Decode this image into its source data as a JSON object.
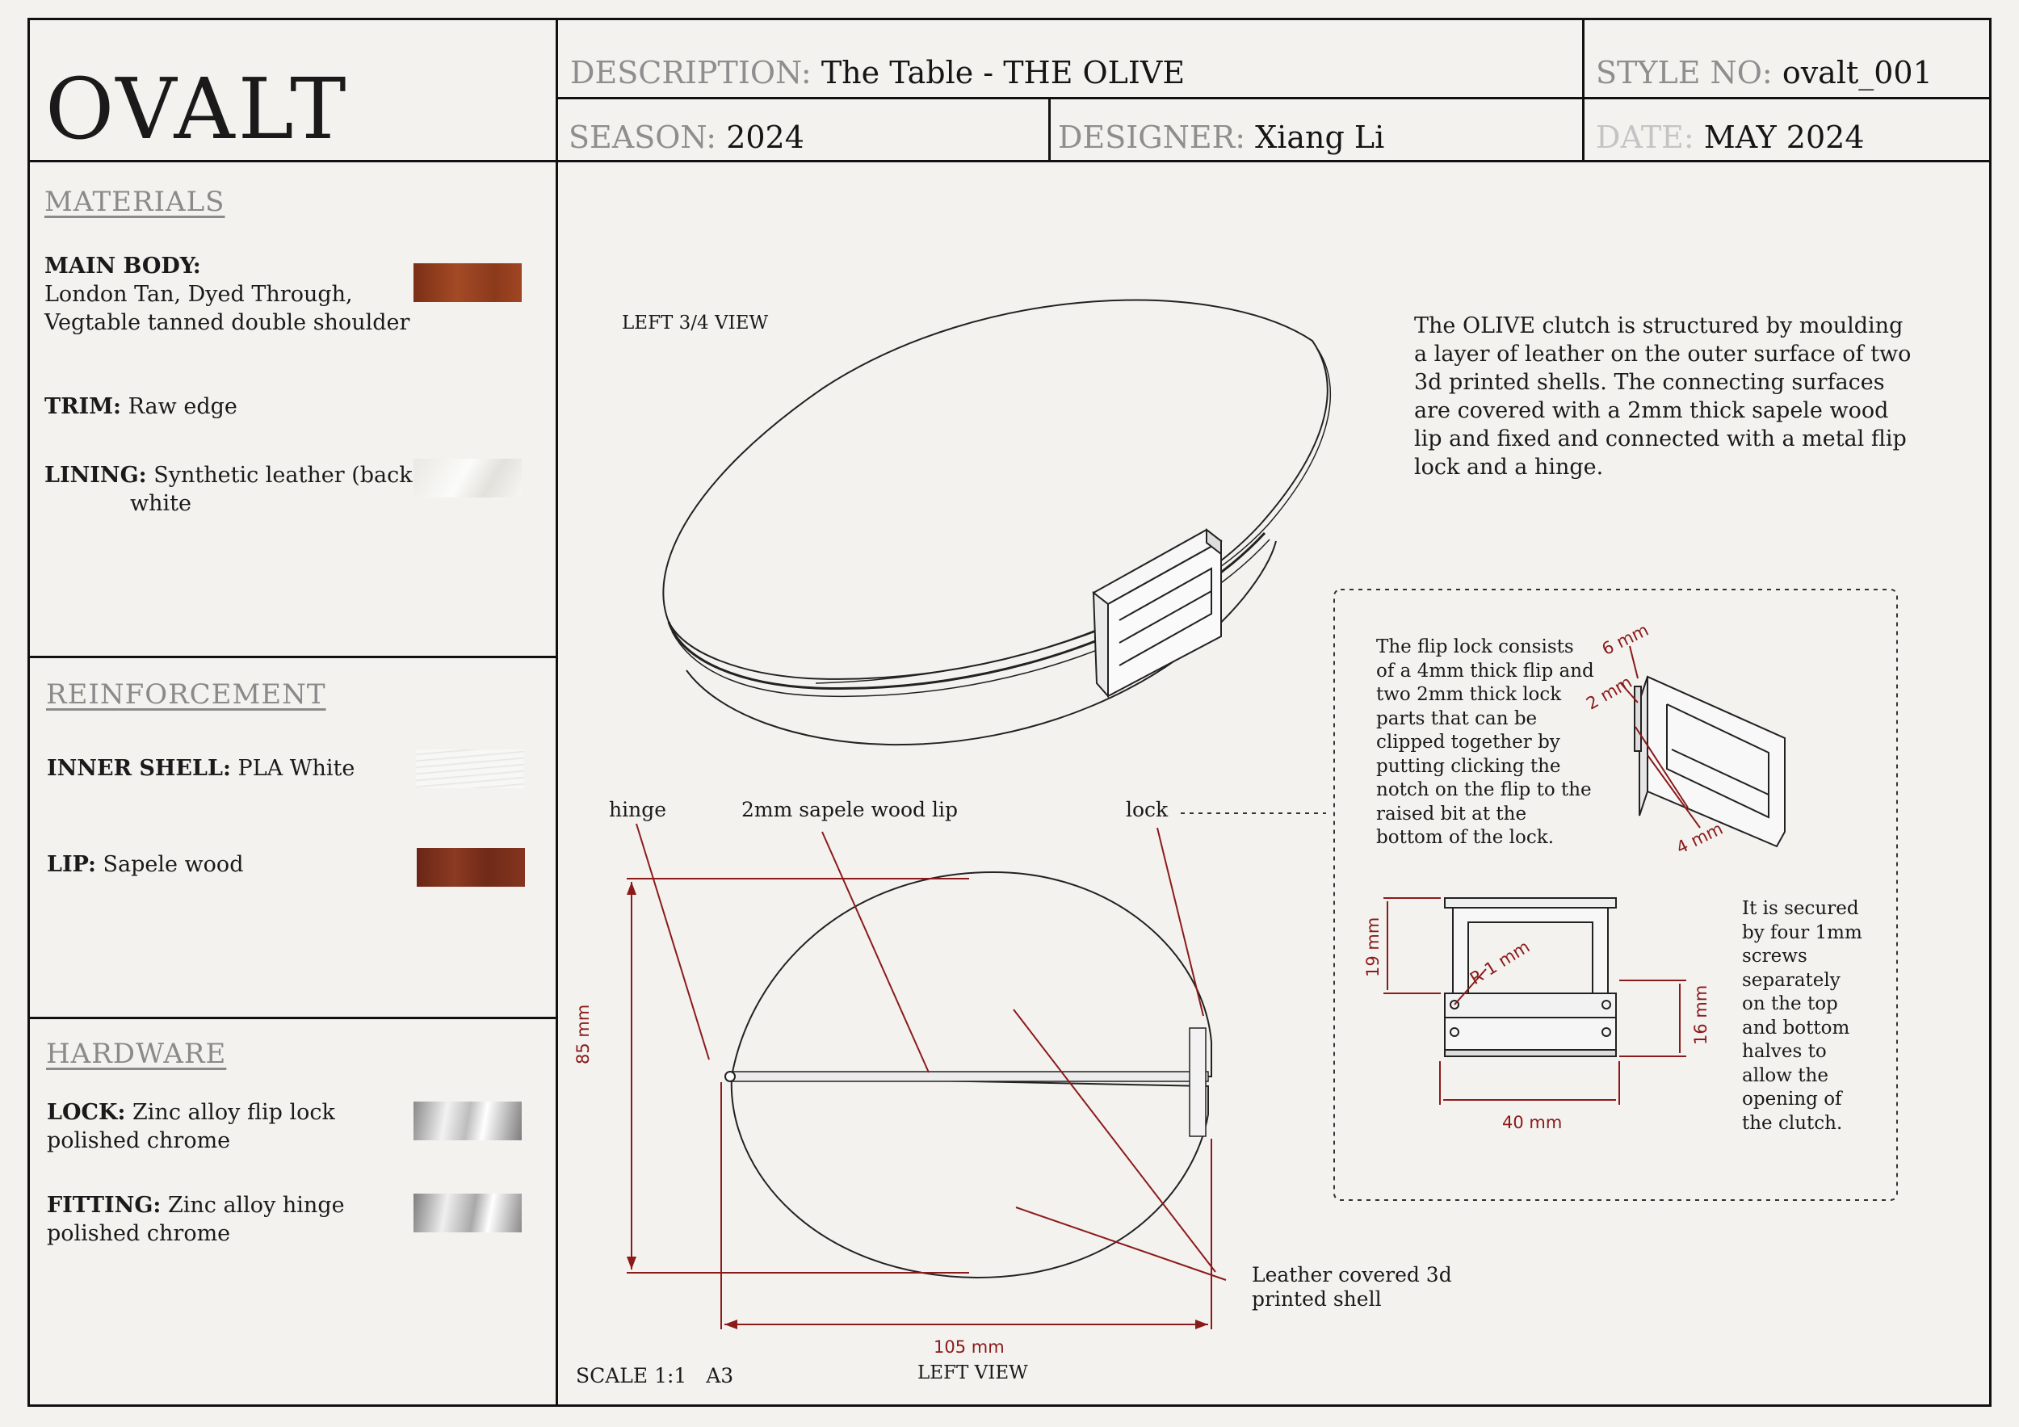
{
  "brand": "OVALT",
  "header": {
    "description_label": "DESCRIPTION:",
    "description_value": "The Table - THE OLIVE",
    "style_label": "STYLE NO:",
    "style_value": "ovalt_001",
    "season_label": "SEASON:",
    "season_value": "2024",
    "designer_label": "DESIGNER:",
    "designer_value": "Xiang Li",
    "date_label": "DATE:",
    "date_value": "MAY 2024"
  },
  "materials": {
    "title": "MATERIALS",
    "main_body_label": "MAIN BODY:",
    "main_body_line1": "London Tan, Dyed Through,",
    "main_body_line2": "Vegtable tanned double shoulder",
    "trim_label": "TRIM:",
    "trim_value": "Raw edge",
    "lining_label": "LINING:",
    "lining_value": "Synthetic leather (back)",
    "lining_value2": "white",
    "colors": {
      "main_body": "#8f3b1e",
      "lining": "#f1f0ec"
    }
  },
  "reinforcement": {
    "title": "REINFORCEMENT",
    "inner_shell_label": "INNER SHELL:",
    "inner_shell_value": "PLA White",
    "lip_label": "LIP:",
    "lip_value": "Sapele wood",
    "colors": {
      "inner_shell": "#f4f4f4",
      "lip": "#7a2e1c"
    }
  },
  "hardware": {
    "title": "HARDWARE",
    "lock_label": "LOCK:",
    "lock_value": "Zinc alloy flip lock",
    "lock_value2": "polished chrome",
    "fitting_label": "FITTING:",
    "fitting_value": "Zinc alloy hinge",
    "fitting_value2": "polished chrome"
  },
  "views": {
    "left_three_quarter": "LEFT 3/4 VIEW",
    "left_view": "LEFT VIEW"
  },
  "description_text": [
    "The OLIVE clutch is structured  by moulding",
    "a layer of leather on the outer surface of two",
    "3d printed shells. The connecting surfaces",
    "are covered with a 2mm thick sapele wood",
    "lip and fixed and connected with a metal flip",
    "lock and a hinge."
  ],
  "callouts": {
    "hinge": "hinge",
    "lip": "2mm sapele wood lip",
    "lock": "lock",
    "shell_line1": "Leather covered 3d",
    "shell_line2": "printed shell"
  },
  "dimensions": {
    "height": "85 mm",
    "width": "105 mm",
    "flip_width": "6 mm",
    "lock_part": "2 mm",
    "flip_depth": "4 mm",
    "lock_height": "19 mm",
    "radius": "R 1 mm",
    "lower_height": "16 mm",
    "lock_width": "40 mm"
  },
  "flip_lock_text": [
    "The flip lock consists",
    "of a 4mm thick flip and",
    "two 2mm thick lock",
    "parts that can be",
    "clipped together by",
    "putting clicking the",
    "notch on the flip to the",
    "raised bit at the",
    "bottom of the lock."
  ],
  "screws_text": [
    "It is secured",
    "by four 1mm",
    "screws",
    "separately",
    "on the top",
    "and bottom",
    "halves to",
    "allow the",
    "opening of",
    "the clutch."
  ],
  "footer": {
    "scale": "SCALE 1:1",
    "paper": "A3"
  }
}
